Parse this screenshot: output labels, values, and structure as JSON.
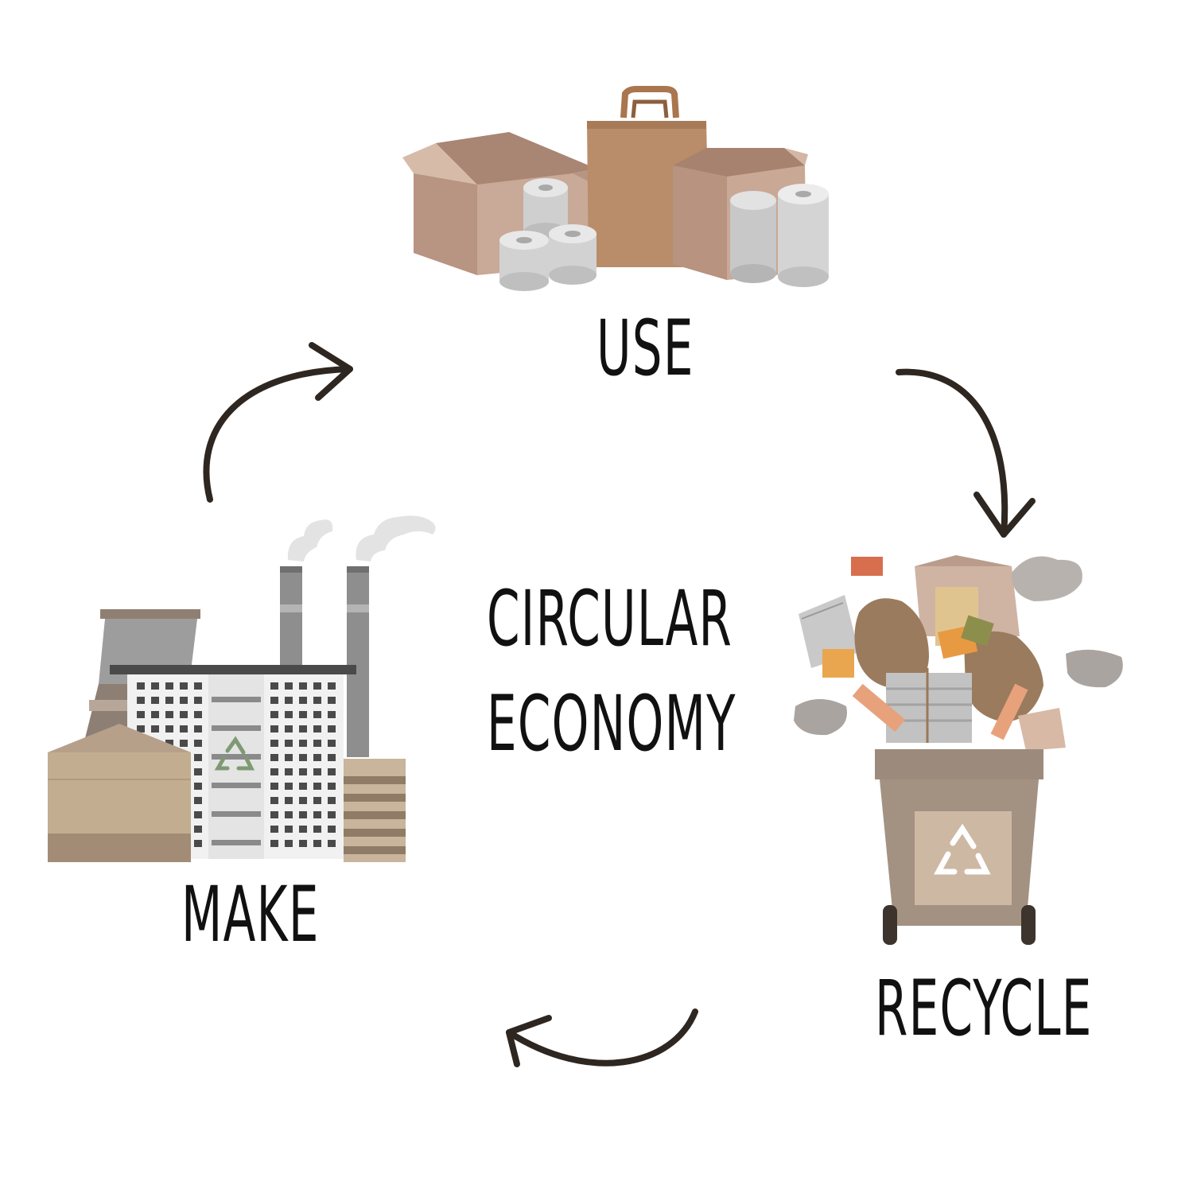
{
  "diagram": {
    "title_line1": "CIRCULAR",
    "title_line2": "ECONOMY",
    "stages": {
      "use": "USE",
      "recycle": "RECYCLE",
      "make": "MAKE"
    },
    "flow": [
      "USE",
      "RECYCLE",
      "MAKE"
    ]
  },
  "colors": {
    "arrow": "#2e2620",
    "text": "#111111",
    "cardboard": "#c9a997",
    "kraft": "#b98d6a",
    "paper_roll": "#d9d9d9",
    "bin": "#9c8b7c",
    "factory_tan": "#c3ad90",
    "steel": "#8e8e8e",
    "recycle_symbol": "#7f9a73"
  },
  "icons": {
    "use": "cardboard-boxes-paper-bag-paper-rolls",
    "recycle": "recycling-bin-with-paper-waste",
    "make": "factory-with-smokestacks"
  }
}
